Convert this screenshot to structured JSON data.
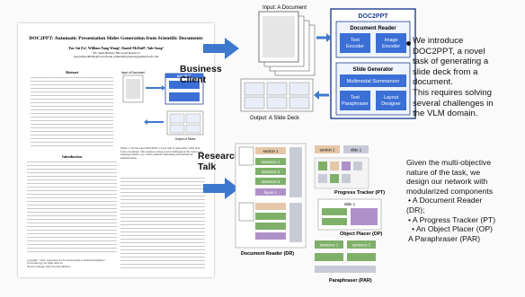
{
  "paper": {
    "title": "DOC2PPT: Automatic Presentation Slides Generation from Scientific Documents",
    "authors": "Tsu-Jui Fu¹, William Yang Wang¹, Daniel McDuff², Yale Song²",
    "affiliations": "¹UC Santa Barbara  ²Microsoft Research",
    "emails": "{tsu-juifu,william}@cs.ucsb.edu  {damcduff,yalesong}@microsoft.com",
    "abstract_heading": "Abstract",
    "intro_heading": "Introduction",
    "figure_caption": "Figure 1: We introduce DOC2PPT, a novel task of generating a slide deck from a document. This requires solving several challenges in the vision-and-language domain, e.g., visual-semantic embedding and multimodal summarization.",
    "copyright": "Copyright © 2022, Association for the Advancement of Artificial Intelligence (www.aaai.org). All rights reserved.",
    "project_page": "¹Project webpage: https://doc2ppt.github.io"
  },
  "mini_figure": {
    "input_label": "Input of Document",
    "output_label": "Output of Slides",
    "system_label": "DOC2PPT"
  },
  "diagram": {
    "input_label": "Input: A Document",
    "output_label": "Output: A Slide Deck",
    "system_title": "DOC2PPT",
    "reader_title": "Document Reader",
    "reader_boxes": [
      "Text Encoder",
      "Image Encoder"
    ],
    "generator_title": "Slide Generator",
    "summarizer": "Multimodal Summarizer",
    "generator_boxes": [
      "Text Paraphraser",
      "Layout Designer"
    ]
  },
  "arch": {
    "dr_label": "Document Reader (DR)",
    "pt_label": "Progress Tracker (PT)",
    "op_label": "Object Placer (OP)",
    "par_label": "Paraphraser (PAR)",
    "section_label": "section 1",
    "sentence_labels": [
      "sentence 1",
      "sentence 2",
      "sentence 3"
    ],
    "figure_label": "figure 1",
    "slide_label": "slide 1",
    "pt_boxes": [
      "section 1",
      "slide 1"
    ],
    "par_tokens": [
      "sentence 1",
      "sentence 2"
    ]
  },
  "labels": {
    "business": [
      "Business",
      "Client"
    ],
    "research": [
      "Research",
      "Talk"
    ]
  },
  "right_top": {
    "lines": [
      "We introduce",
      "DOC2PPT, a novel",
      "task of generating a",
      "slide deck from a",
      "document.",
      "This requires solving",
      "several challenges in",
      "the VLM  domain."
    ]
  },
  "right_bottom": {
    "intro_lines": [
      "Given the multi-objective",
      "nature of the task, we",
      "design our network with",
      "modularized components"
    ],
    "items": [
      "• A Document Reader",
      "(DR);",
      "• A Progress Tracker (PT)",
      "• An Object Placer (OP)",
      "A Paraphraser (PAR)"
    ]
  },
  "colors": {
    "accent_blue": "#3b6fd6",
    "dark_blue": "#1f3f8f",
    "arrow_blue": "#3d78cf",
    "tan": "#e5c7a8",
    "green": "#7fb06a",
    "purple": "#b090c8",
    "gray": "#c6cbd6"
  }
}
